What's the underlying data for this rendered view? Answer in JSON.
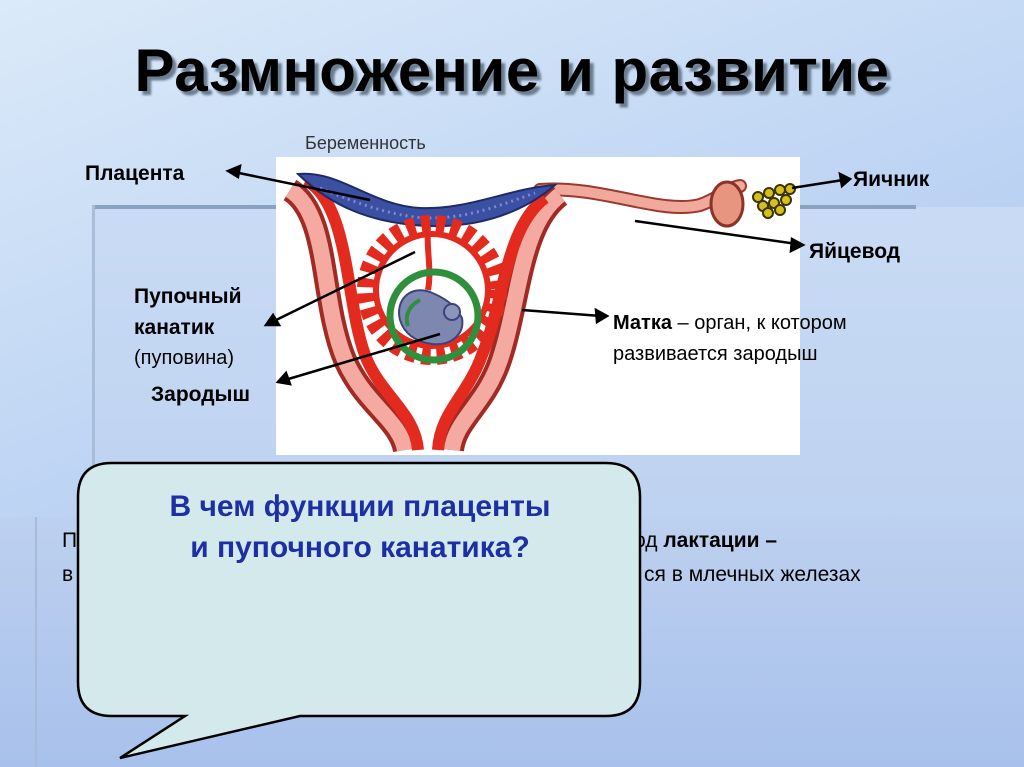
{
  "title": "Размножение и развитие",
  "diagram": {
    "caption": "Беременность",
    "labels": {
      "placenta": "Плацента",
      "ovary": "Яичник",
      "oviduct": "Яйцевод",
      "cord_line1": "Пупочный",
      "cord_line2": "канатик",
      "cord_sub": "(пуповина)",
      "embryo": "Зародыш",
      "uterus_term": "Матка",
      "uterus_def": " – орган, к котором",
      "uterus_def2": "развивается зародыш"
    }
  },
  "paragraph": {
    "line1_start": "П",
    "line1_mid": "од ",
    "line1_bold": "лактации",
    "line1_end": " –",
    "line2_start": "в",
    "line2_end": "ся в млечных железах"
  },
  "callout": {
    "question_line1": "В чем функции плаценты",
    "question_line2": "и пупочного канатика?"
  },
  "colors": {
    "question_text": "#1d2fa3",
    "callout_fill": "#d3e9eb",
    "uterus_red": "#e32a1f",
    "placenta_blue": "#3b4fa3",
    "cord_green": "#2f8f3c"
  }
}
